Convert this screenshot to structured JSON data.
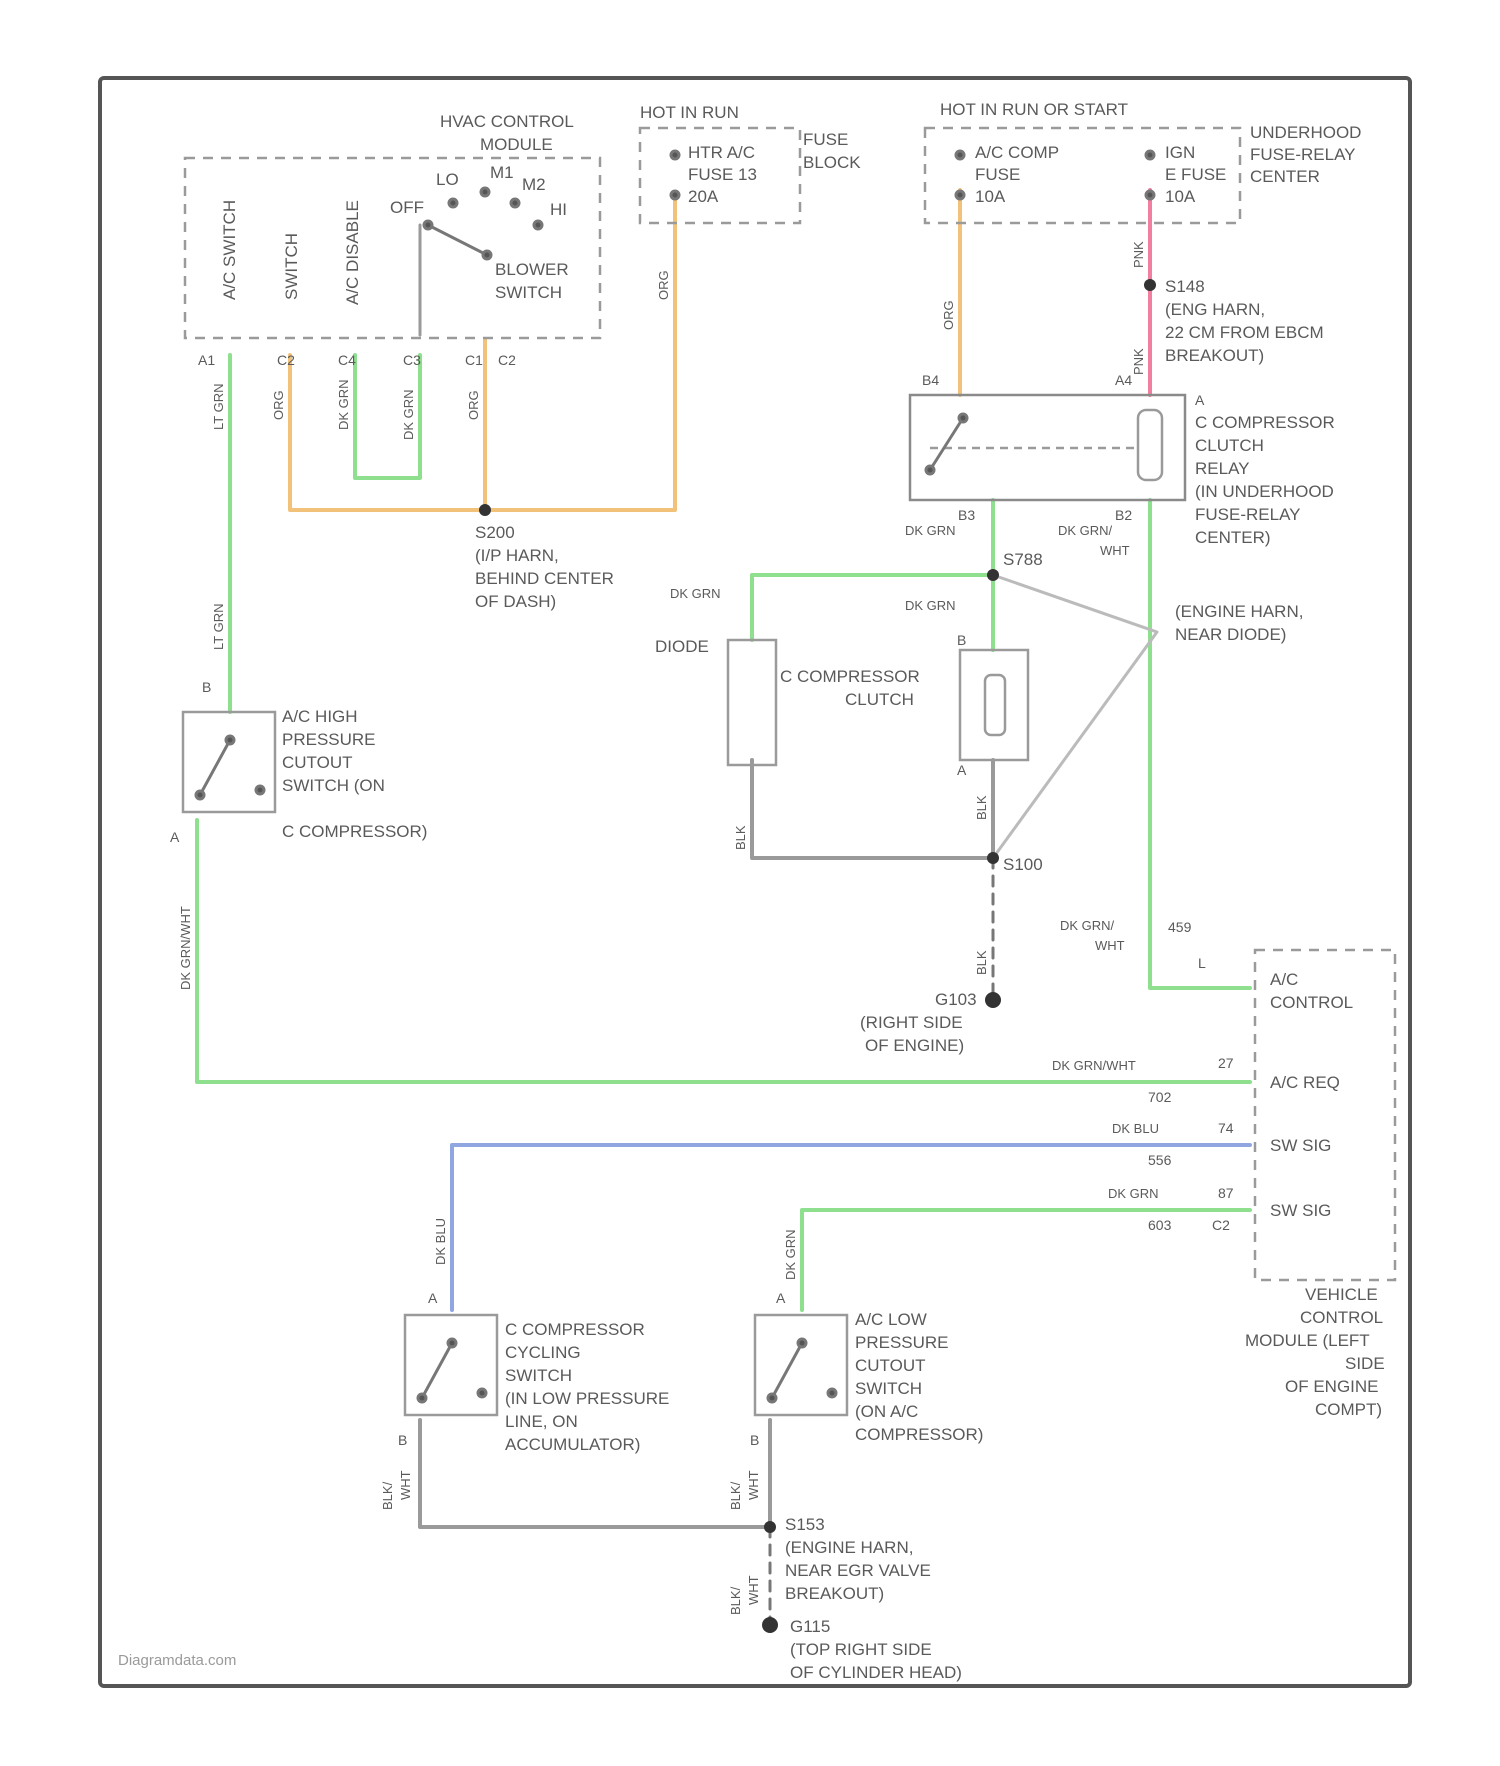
{
  "colors": {
    "frame": "#555555",
    "dashed_box": "#9a9a9a",
    "green_wire": "#8ee08e",
    "orange_wire": "#f2c27a",
    "pink_wire": "#f27ea0",
    "blue_wire": "#8fa6e0",
    "gray_wire": "#9a9a9a",
    "text": "#5a5a5a"
  },
  "watermark": "Diagramdata.com",
  "hvac_module": {
    "title_1": "HVAC CONTROL",
    "title_2": "MODULE",
    "v_label_1": "A/C SWITCH",
    "v_label_2": "SWITCH",
    "v_label_3": "A/C DISABLE",
    "pos_off": "OFF",
    "pos_lo": "LO",
    "pos_m1": "M1",
    "pos_m2": "M2",
    "pos_hi": "HI",
    "switch_1": "BLOWER",
    "switch_2": "SWITCH",
    "pin_1": "A1",
    "pin_2": "C2",
    "pin_3": "C4",
    "pin_4": "C3",
    "pin_5": "C1",
    "pin_6": "C2",
    "w1": "LT GRN",
    "w2": "ORG",
    "w3": "DK GRN",
    "w4": "DK GRN",
    "w5": "ORG"
  },
  "fuse_block": {
    "hot": "HOT IN RUN",
    "fuse_1": "HTR A/C",
    "fuse_2": "FUSE 13",
    "fuse_3": "20A",
    "side_1": "FUSE",
    "side_2": "BLOCK",
    "wire": "ORG"
  },
  "underhood": {
    "hot": "HOT IN RUN OR START",
    "fuse_a_1": "A/C COMP",
    "fuse_a_2": "FUSE",
    "fuse_a_3": "10A",
    "fuse_b_1": "IGN",
    "fuse_b_2": "E FUSE",
    "fuse_b_3": "10A",
    "side_1": "UNDERHOOD",
    "side_2": "FUSE-RELAY",
    "side_3": "CENTER",
    "wire_a": "ORG",
    "wire_b": "PNK"
  },
  "s148": {
    "id": "S148",
    "l1": "(ENG HARN,",
    "l2": "22 CM FROM EBCM",
    "l3": "BREAKOUT)",
    "wire": "PNK"
  },
  "relay": {
    "pin_b4": "B4",
    "pin_a4": "A4",
    "pin_a": "A",
    "pin_b3": "B3",
    "pin_b2": "B2",
    "l1": "C COMPRESSOR",
    "l2": "CLUTCH",
    "l3": "RELAY",
    "l4": "(IN UNDERHOOD",
    "l5": "FUSE-RELAY",
    "l6": "CENTER)",
    "out_1": "DK GRN",
    "out_2a": "DK GRN/",
    "out_2b": "WHT"
  },
  "s200": {
    "id": "S200",
    "l1": "(I/P HARN,",
    "l2": "BEHIND CENTER",
    "l3": "OF DASH)"
  },
  "s788": {
    "id": "S788"
  },
  "engine_harn": {
    "l1": "(ENGINE HARN,",
    "l2": "NEAR DIODE)"
  },
  "diode": {
    "label": "DIODE",
    "wire": "DK GRN"
  },
  "clutch": {
    "l1": "C COMPRESSOR",
    "l2": "CLUTCH",
    "pin_b": "B",
    "pin_a": "A",
    "w_top": "DK GRN",
    "w_bot": "BLK",
    "w_diode": "BLK"
  },
  "s100": {
    "id": "S100",
    "wire": "BLK"
  },
  "g103": {
    "id": "G103",
    "l1": "(RIGHT SIDE",
    "l2": "OF ENGINE)"
  },
  "hp_switch": {
    "pin_b": "B",
    "pin_a": "A",
    "w_in": "LT GRN",
    "w_out": "DK GRN/WHT",
    "l1": "A/C HIGH",
    "l2": "PRESSURE",
    "l3": "CUTOUT",
    "l4": "SWITCH (ON",
    "l5": "C COMPRESSOR)"
  },
  "vcm": {
    "w_ctrl_1": "DK GRN/",
    "w_ctrl_2": "WHT",
    "c_ctrl": "459",
    "p_ctrl": "L",
    "t_ctrl_1": "A/C",
    "t_ctrl_2": "CONTROL",
    "w_req": "DK GRN/WHT",
    "p_req": "27",
    "c_req": "702",
    "t_req": "A/C REQ",
    "w_sw1": "DK BLU",
    "p_sw1": "74",
    "c_sw1": "556",
    "t_sw1": "SW SIG",
    "w_sw2": "DK GRN",
    "p_sw2": "87",
    "c_sw2": "603",
    "c_sw2b": "C2",
    "t_sw2": "SW SIG",
    "l1": "VEHICLE",
    "l2": "CONTROL",
    "l3": "MODULE (LEFT",
    "l4": "SIDE",
    "l5": "OF ENGINE",
    "l6": "COMPT)"
  },
  "cycling_switch": {
    "pin_a": "A",
    "pin_b": "B",
    "w_in": "DK BLU",
    "w_out_1": "BLK/",
    "w_out_2": "WHT",
    "l1": "C COMPRESSOR",
    "l2": "CYCLING",
    "l3": "SWITCH",
    "l4": "(IN LOW PRESSURE",
    "l5": "LINE, ON",
    "l6": "ACCUMULATOR)"
  },
  "lp_switch": {
    "pin_a": "A",
    "pin_b": "B",
    "w_in": "DK GRN",
    "w_out_1": "BLK/",
    "w_out_2": "WHT",
    "l1": "A/C LOW",
    "l2": "PRESSURE",
    "l3": "CUTOUT",
    "l4": "SWITCH",
    "l5": "(ON A/C",
    "l6": "COMPRESSOR)"
  },
  "s153": {
    "id": "S153",
    "l1": "(ENGINE HARN,",
    "l2": "NEAR EGR VALVE",
    "l3": "BREAKOUT)",
    "w_1": "BLK/",
    "w_2": "WHT"
  },
  "g115": {
    "id": "G115",
    "l1": "(TOP RIGHT SIDE",
    "l2": "OF CYLINDER HEAD)"
  }
}
